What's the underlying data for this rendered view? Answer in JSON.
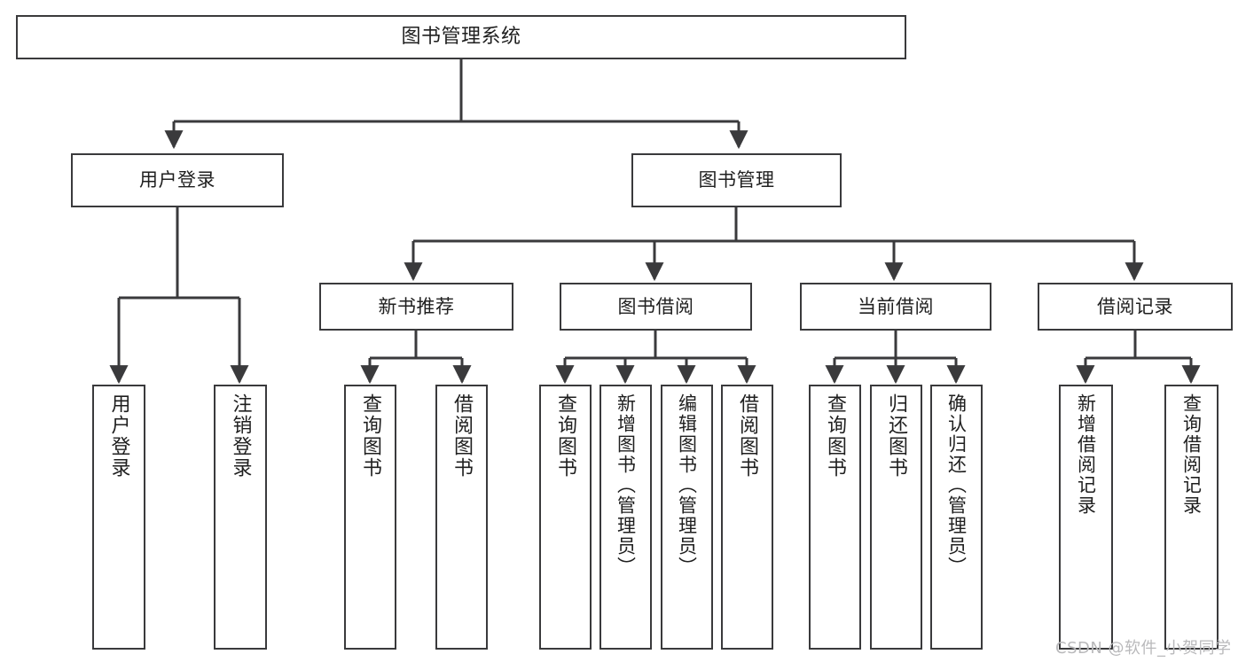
{
  "diagram": {
    "title": "图书管理系统",
    "type": "功能结构图",
    "theme": {
      "background": "#ffffff",
      "line": "#3a3a3c",
      "text": "#1f1f1f",
      "watermark": "#b9b9bb"
    },
    "root": {
      "label": "图书管理系统"
    },
    "level2": [
      {
        "label": "用户登录"
      },
      {
        "label": "图书管理"
      }
    ],
    "level3": [
      {
        "label": "新书推荐"
      },
      {
        "label": "图书借阅"
      },
      {
        "label": "当前借阅"
      },
      {
        "label": "借阅记录"
      }
    ],
    "leaves": {
      "user_login": [
        {
          "label": "用户登录"
        },
        {
          "label": "注销登录"
        }
      ],
      "new_book_rec": [
        {
          "label": "查询图书"
        },
        {
          "label": "借阅图书"
        }
      ],
      "book_borrow": [
        {
          "label": "查询图书"
        },
        {
          "label": "新增图书（管理员）"
        },
        {
          "label": "编辑图书（管理员）"
        },
        {
          "label": "借阅图书"
        }
      ],
      "current_borrow": [
        {
          "label": "查询图书"
        },
        {
          "label": "归还图书"
        },
        {
          "label": "确认归还（管理员）"
        }
      ],
      "borrow_record": [
        {
          "label": "新增借阅记录"
        },
        {
          "label": "查询借阅记录"
        }
      ]
    }
  },
  "watermark": {
    "text": "CSDN @软件_小贺同学"
  }
}
